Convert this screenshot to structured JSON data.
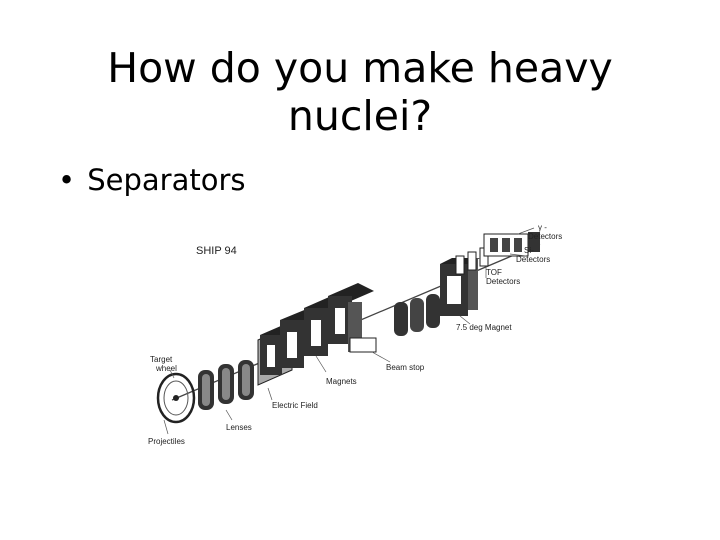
{
  "slide": {
    "title_line1": "How do you make heavy",
    "title_line2": "nuclei?",
    "bullet": "Separators",
    "bullet_marker": "•"
  },
  "diagram": {
    "heading": "SHIP 94",
    "labels": {
      "gamma_detectors_1": "γ -",
      "gamma_detectors_2": "Detectors",
      "si_detectors_1": "Si-",
      "si_detectors_2": "Detectors",
      "tof_detectors_1": "TOF",
      "tof_detectors_2": "Detectors",
      "magnet_7_5": "7.5 deg Magnet",
      "target_wheel_1": "Target",
      "target_wheel_2": "wheel",
      "beam_stop": "Beam stop",
      "magnets": "Magnets",
      "electric_field": "Electric Field",
      "lenses": "Lenses",
      "projectiles": "Projectiles"
    }
  }
}
